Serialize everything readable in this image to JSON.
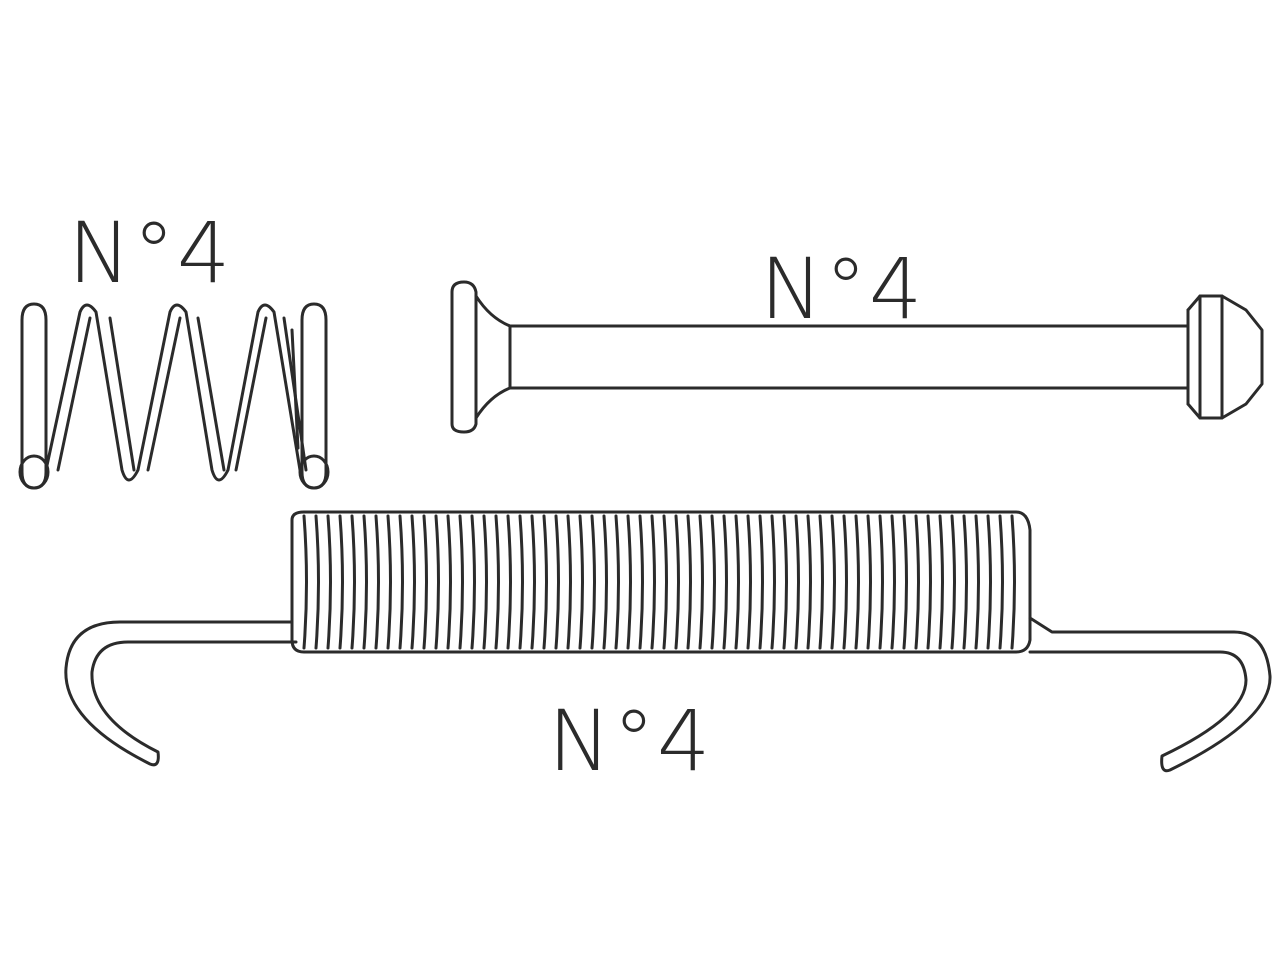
{
  "parts": {
    "compression_spring": {
      "label": "N°4"
    },
    "hold_down_pin": {
      "label": "N°4"
    },
    "return_spring": {
      "label": "N°4"
    }
  },
  "colors": {
    "line": "#2b2b2b",
    "background": "#ffffff"
  }
}
